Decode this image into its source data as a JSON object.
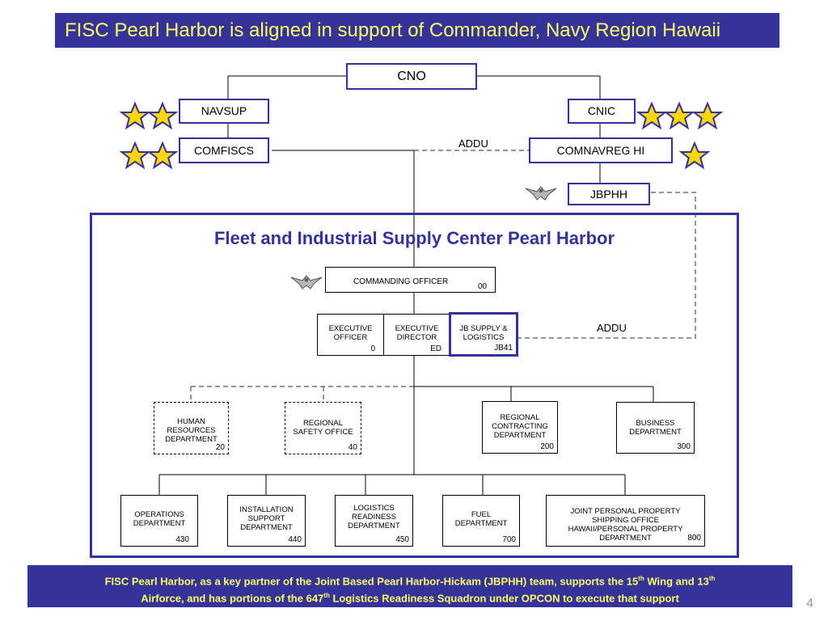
{
  "title": "FISC Pearl Harbor is aligned in support of Commander, Navy Region Hawaii",
  "top_chain": {
    "cno": "CNO",
    "navsup": "NAVSUP",
    "cnic": "CNIC",
    "comfiscs": "COMFISCS",
    "comnavreg": "COMNAVREG HI",
    "jbphh": "JBPHH",
    "addu_top": "ADDU"
  },
  "ranks": {
    "navsup_stars": 2,
    "comfiscs_stars": 2,
    "cnic_stars": 3,
    "comnavreg_stars": 1,
    "star_color": "#ffd700",
    "star_outline": "#333399"
  },
  "heading": "Fleet and Industrial Supply Center Pearl Harbor",
  "command": {
    "co_label": "COMMANDING  OFFICER",
    "co_code": "00",
    "xo_line1": "EXECUTIVE",
    "xo_line2": "OFFICER",
    "xo_code": "0",
    "ed_line1": "EXECUTIVE",
    "ed_line2": "DIRECTOR",
    "ed_code": "ED",
    "jb_line1": "JB SUPPLY &",
    "jb_line2": "LOGISTICS",
    "jb_code": "JB41",
    "addu_mid": "ADDU"
  },
  "staff": [
    {
      "l1": "HUMAN",
      "l2": "RESOURCES",
      "l3": "DEPARTMENT",
      "code": "20"
    },
    {
      "l1": "REGIONAL",
      "l2": "SAFETY OFFICE",
      "l3": "",
      "code": "40"
    },
    {
      "l1": "REGIONAL",
      "l2": "CONTRACTING",
      "l3": "DEPARTMENT",
      "code": "200"
    },
    {
      "l1": "BUSINESS",
      "l2": "DEPARTMENT",
      "l3": "",
      "code": "300"
    }
  ],
  "depts": [
    {
      "l1": "OPERATIONS",
      "l2": "DEPARTMENT",
      "l3": "",
      "code": "430"
    },
    {
      "l1": "INSTALLATION",
      "l2": "SUPPORT",
      "l3": "DEPARTMENT",
      "code": "440"
    },
    {
      "l1": "LOGISTICS",
      "l2": "READINESS",
      "l3": "DEPARTMENT",
      "code": "450"
    },
    {
      "l1": "FUEL",
      "l2": "DEPARTMENT",
      "l3": "",
      "code": "700"
    },
    {
      "l1": "JOINT PERSONAL PROPERTY",
      "l2": "SHIPPING OFFICE",
      "l3": "HAWAII/PERSONAL PROPERTY",
      "l4": "DEPARTMENT",
      "code": "800"
    }
  ],
  "footer": {
    "part1": "FISC Pearl Harbor, as a key partner of the Joint Based Pearl Harbor-Hickam (JBPHH) team, supports the 15",
    "sup1": "th",
    "part2": " Wing and 13",
    "sup2": "th",
    "part3": "Airforce, and has portions of the 647",
    "sup3": "th",
    "part4": " Logistics Readiness Squadron under OPCON to execute that support"
  },
  "page_number": "4"
}
